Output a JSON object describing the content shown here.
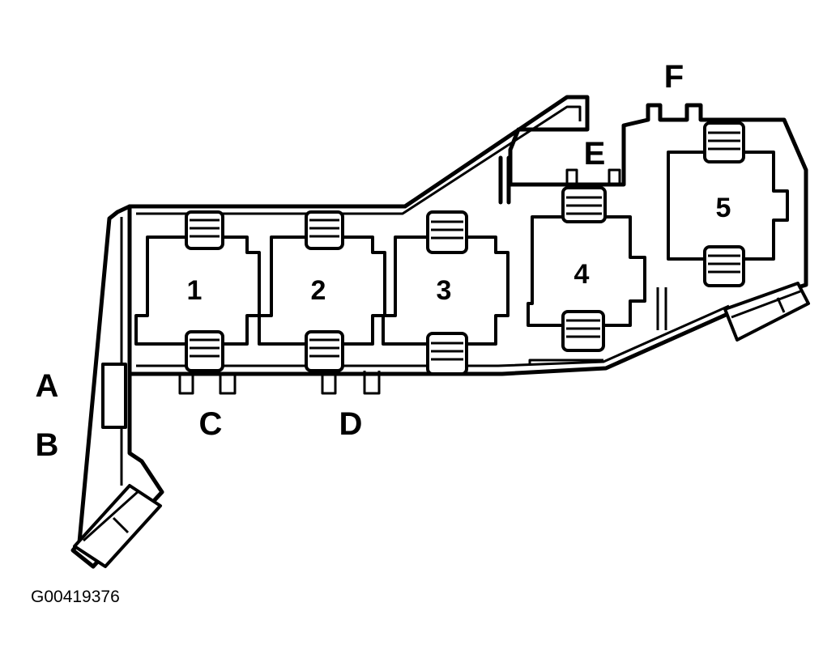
{
  "callouts": {
    "a": "A",
    "b": "B",
    "c": "C",
    "d": "D",
    "e": "E",
    "f": "F"
  },
  "relay_slots": [
    "1",
    "2",
    "3",
    "4",
    "5"
  ],
  "figure_id": "G00419376",
  "colors": {
    "line": "#000000",
    "background": "#ffffff"
  }
}
